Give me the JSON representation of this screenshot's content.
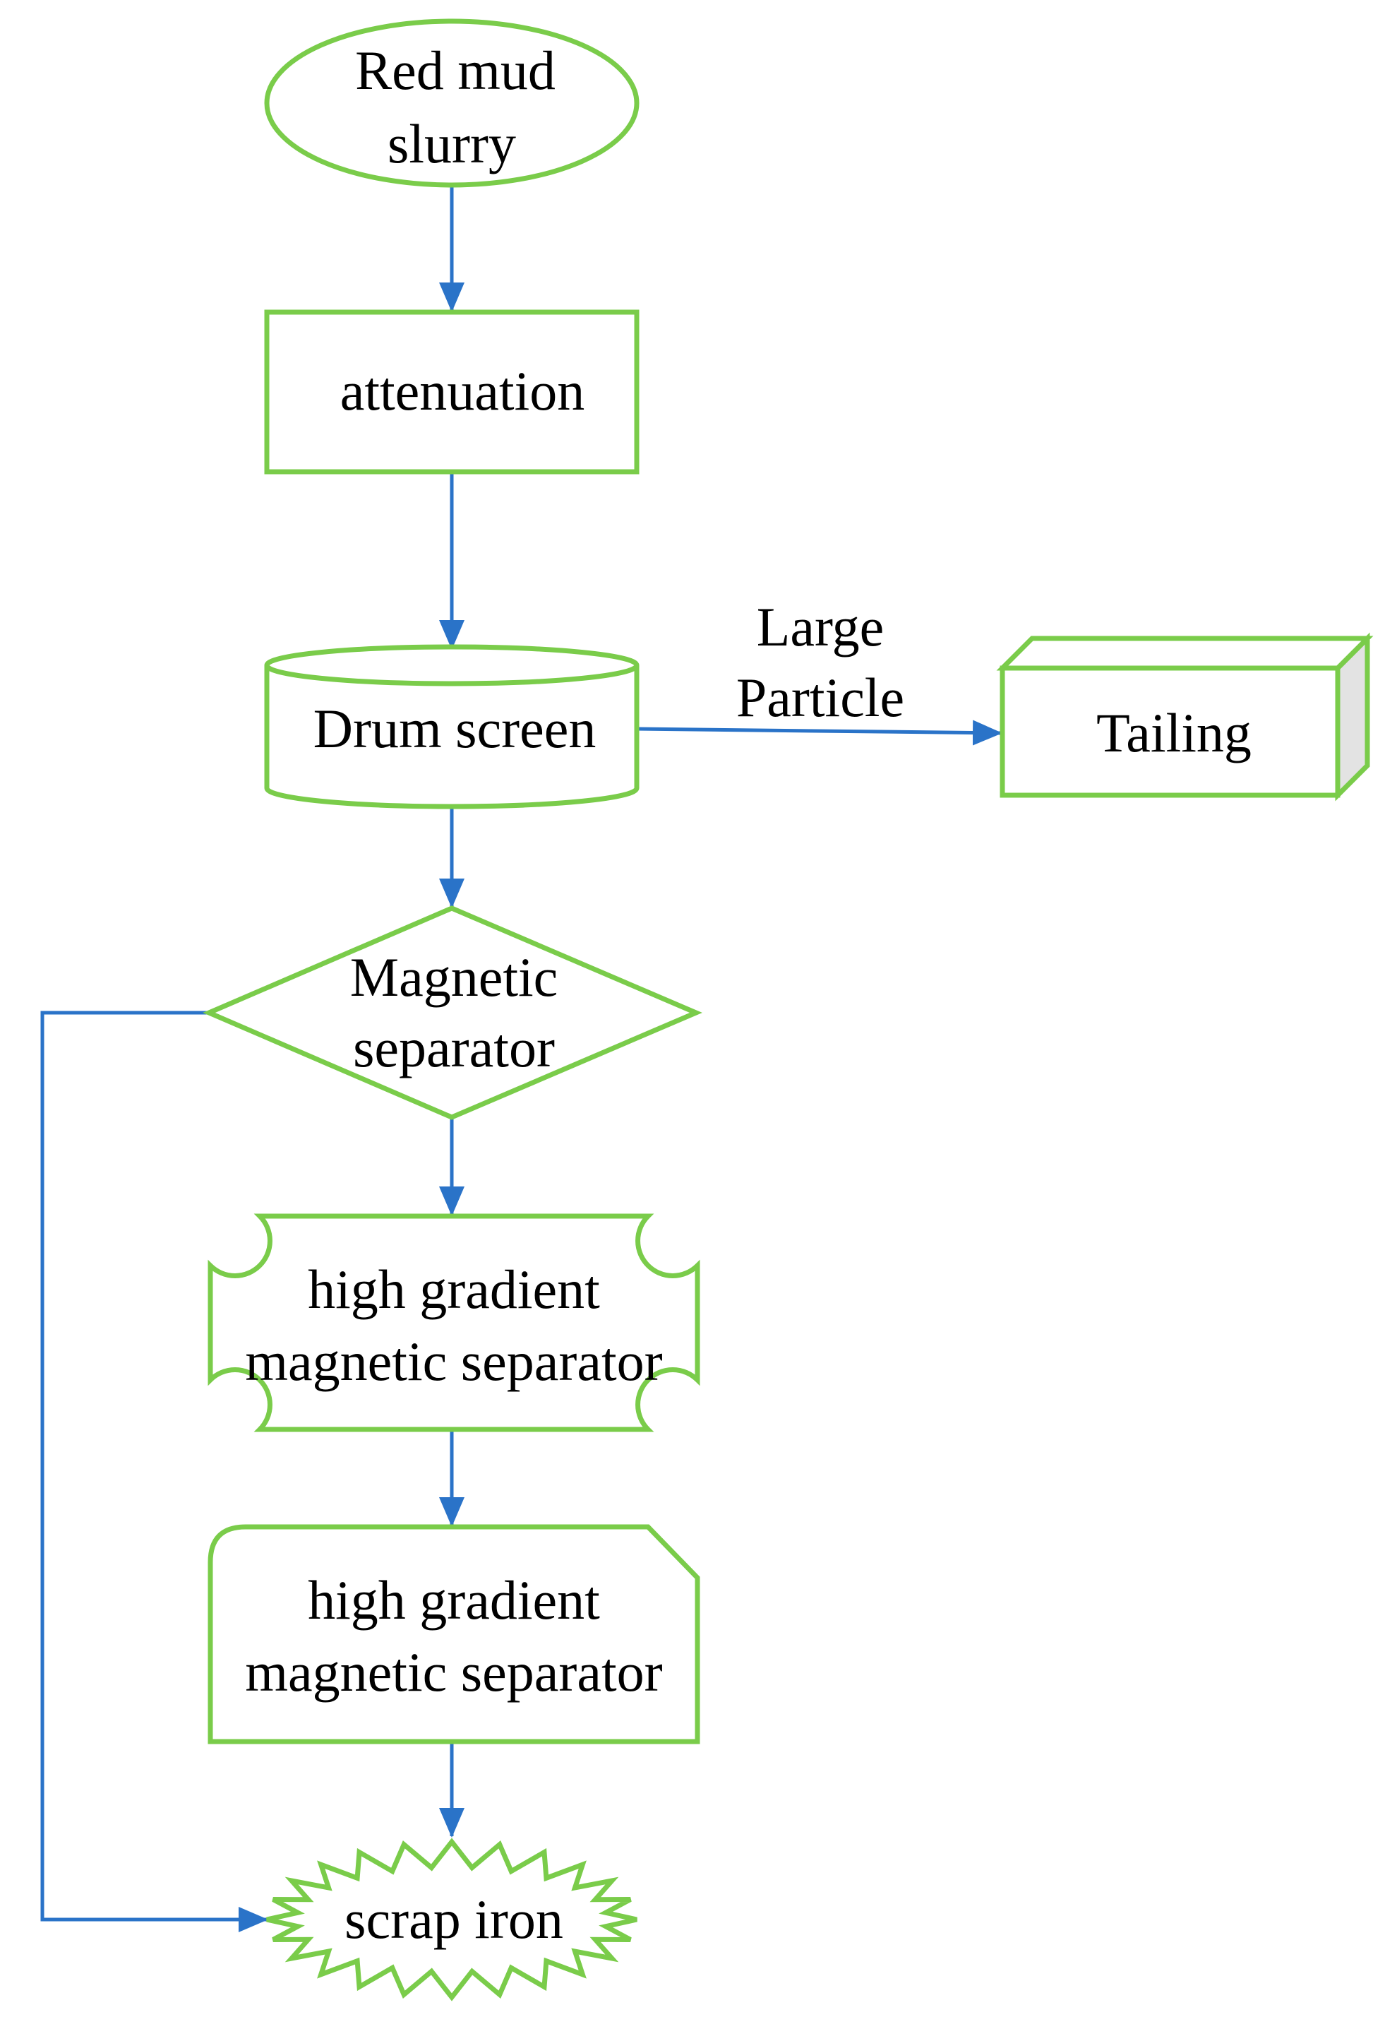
{
  "colors": {
    "shape_stroke": "#7ACC4A",
    "arrow": "#2A73C8",
    "text": "#000000",
    "tailing_side_fill": "#E3E3E3"
  },
  "nodes": {
    "red_mud_slurry": {
      "shape": "ellipse",
      "lines": [
        "Red mud",
        "slurry"
      ]
    },
    "attenuation": {
      "shape": "rectangle",
      "lines": [
        "attenuation"
      ]
    },
    "drum_screen": {
      "shape": "cylinder",
      "lines": [
        "Drum screen"
      ]
    },
    "tailing": {
      "shape": "3d-box",
      "lines": [
        "Tailing"
      ]
    },
    "magnetic_separator": {
      "shape": "diamond",
      "lines": [
        "Magnetic",
        "separator"
      ]
    },
    "hgms_1": {
      "shape": "scalloped-rectangle",
      "lines": [
        "high gradient",
        "magnetic separator"
      ]
    },
    "hgms_2": {
      "shape": "folded-corner-rectangle",
      "lines": [
        "high gradient",
        "magnetic separator"
      ]
    },
    "scrap_iron": {
      "shape": "starburst",
      "lines": [
        "scrap iron"
      ]
    }
  },
  "edges": {
    "large_particle_label": [
      "Large",
      "Particle"
    ]
  }
}
